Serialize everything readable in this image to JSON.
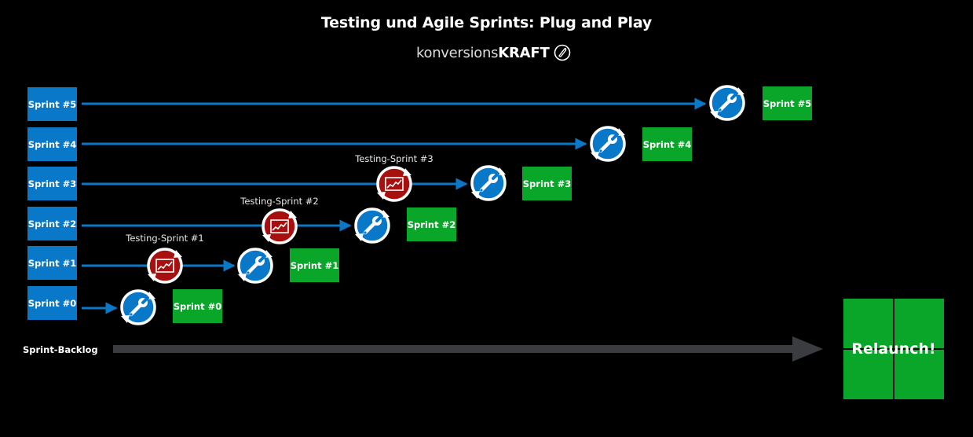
{
  "title": "Testing und Agile Sprints: Plug and Play",
  "brand": {
    "light": "konversions",
    "bold": "KRAFT"
  },
  "sprints": [
    {
      "label": "Sprint #0",
      "done_label": "Sprint #0",
      "testing_label": ""
    },
    {
      "label": "Sprint #1",
      "done_label": "Sprint #1",
      "testing_label": "Testing-Sprint #1"
    },
    {
      "label": "Sprint #2",
      "done_label": "Sprint #2",
      "testing_label": "Testing-Sprint #2"
    },
    {
      "label": "Sprint #3",
      "done_label": "Sprint #3",
      "testing_label": "Testing-Sprint #3"
    },
    {
      "label": "Sprint #4",
      "done_label": "Sprint #4",
      "testing_label": ""
    },
    {
      "label": "Sprint #5",
      "done_label": "Sprint #5",
      "testing_label": ""
    }
  ],
  "backlog_label": "Sprint-Backlog",
  "relaunch_label": "Relaunch!",
  "colors": {
    "sprint_blue": "#0a78c8",
    "done_green": "#0aa629",
    "testing_red": "#a80f0f",
    "backlog_arrow": "#3a3c3f"
  },
  "icons": {
    "build": "wrench-cycle-icon",
    "testing": "chart-cycle-icon"
  }
}
